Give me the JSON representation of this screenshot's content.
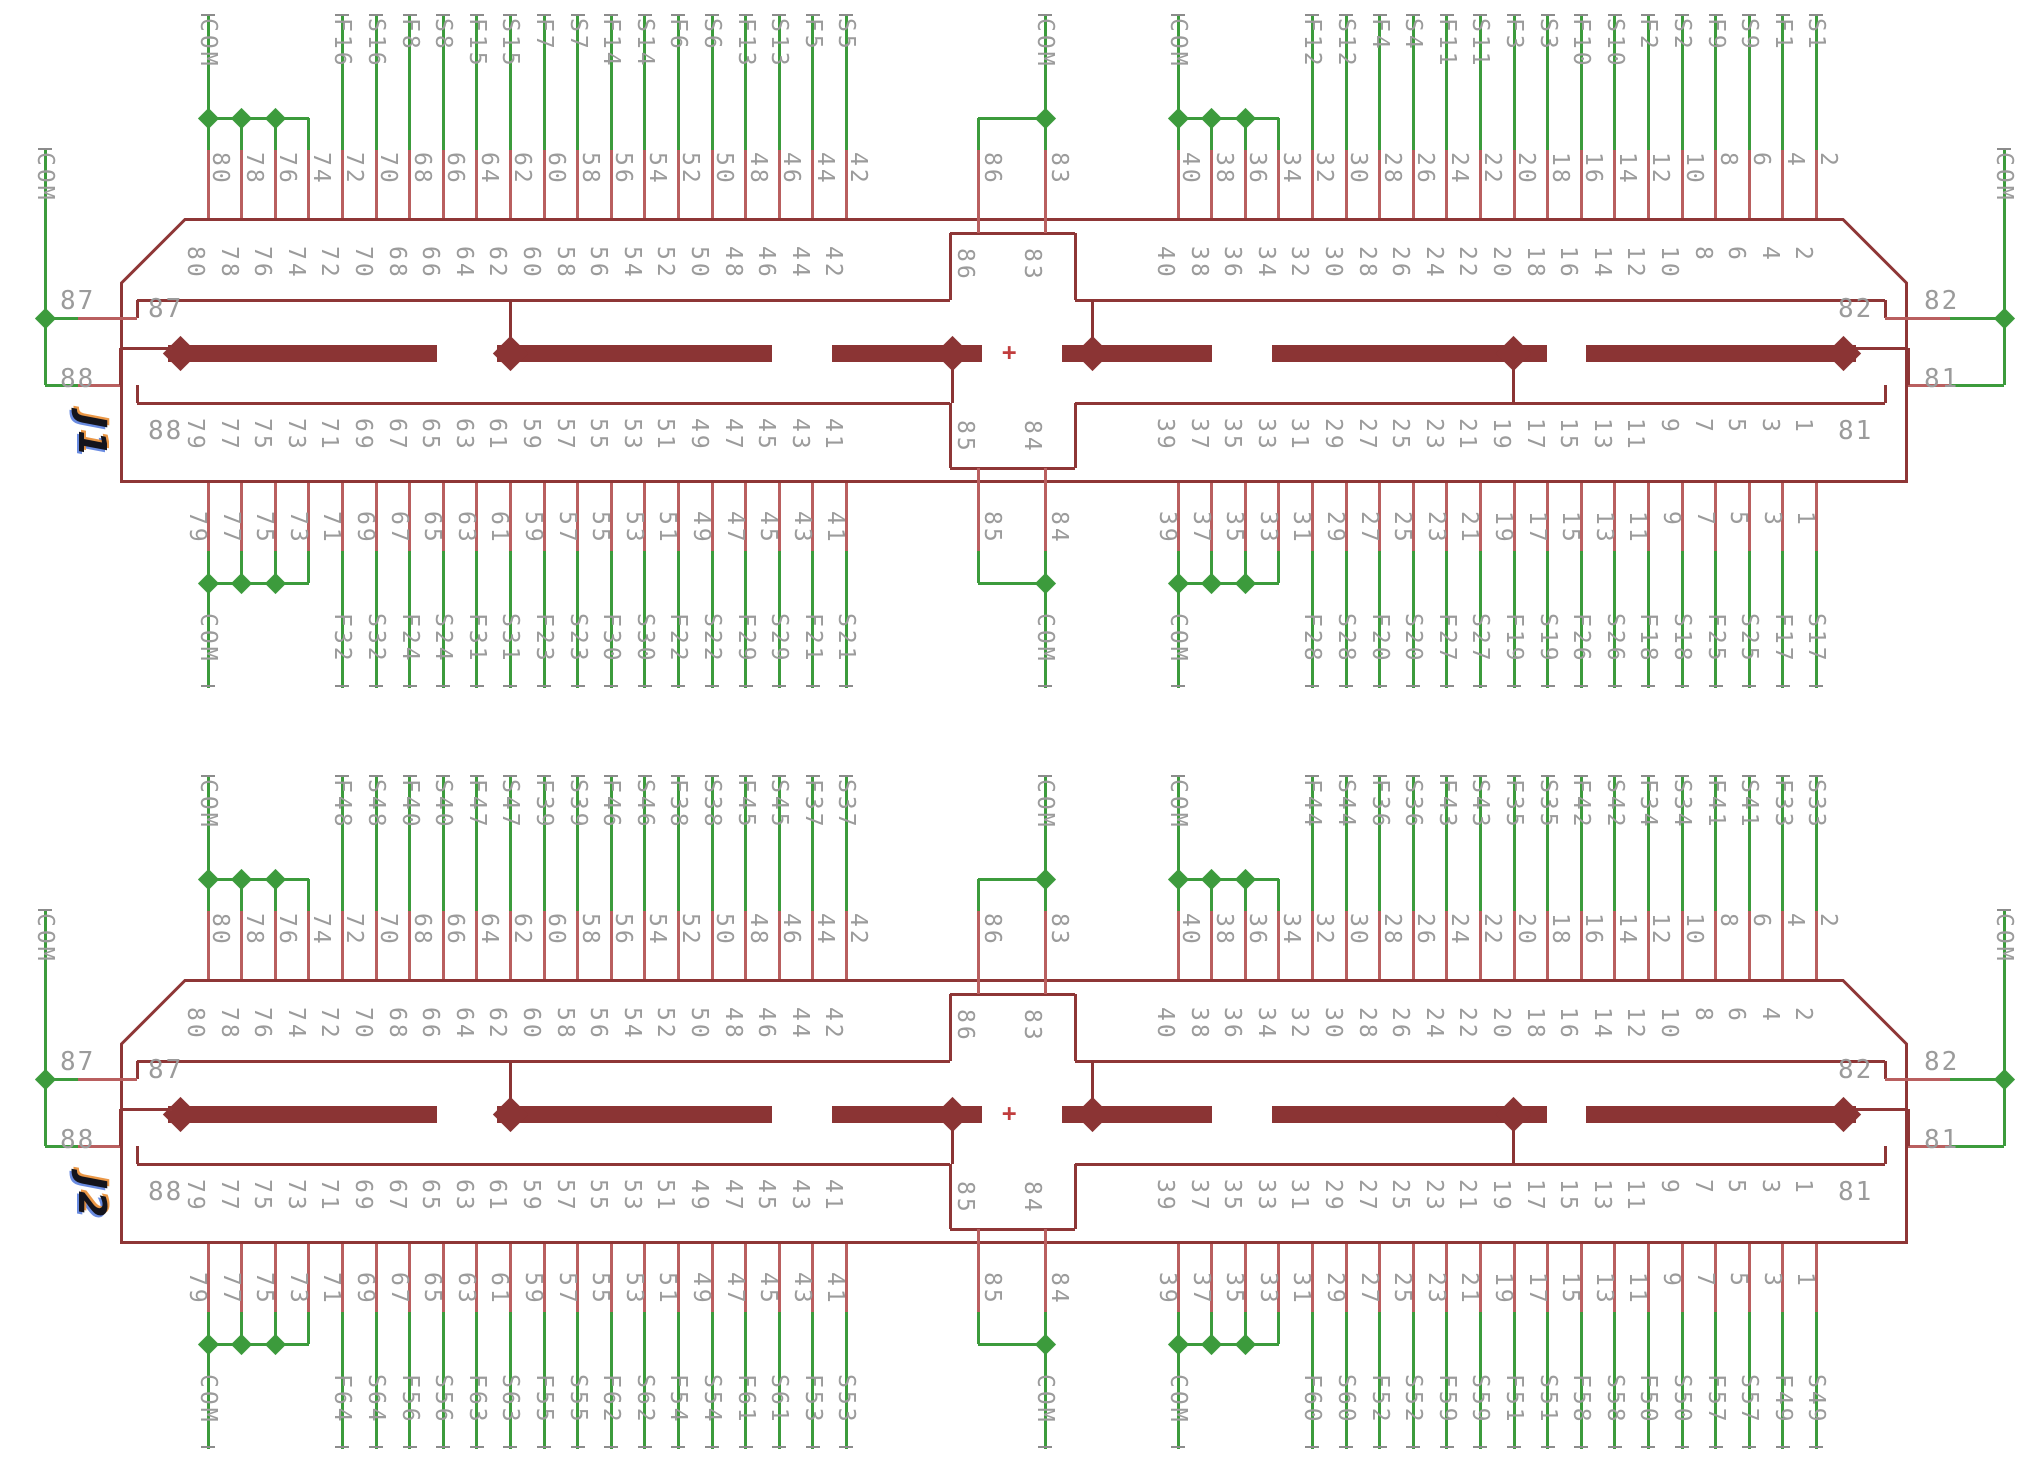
{
  "title": "connector schematic sheet",
  "com_label": "COM",
  "plus_label": "+",
  "colors": {
    "net_wire_green": "#3C9B3C",
    "pin_stub_red": "#B95F5F",
    "body_outline_maroon": "#8E3636",
    "bus_bar_maroon": "#8B3434",
    "label_gray": "#9B9B9B",
    "tick_gray": "#8C8C8C",
    "plus_red": "#C13D3D",
    "designator_ink": "#14141C"
  },
  "connectors": [
    {
      "designator": "J1",
      "side_pins": {
        "left_top": "87",
        "left_bottom": "88",
        "right_top": "82",
        "right_bottom": "81"
      },
      "center_pins": {
        "top_left": "86",
        "top_right": "83",
        "bottom_left": "85",
        "bottom_right": "84"
      },
      "com_groups": {
        "top_left_pins": [
          "80",
          "78",
          "76",
          "74"
        ],
        "top_center_pins": [
          "86",
          "83"
        ],
        "top_right_pins": [
          "40",
          "38",
          "36",
          "34"
        ],
        "bottom_left_pins": [
          "79",
          "77",
          "75",
          "73"
        ],
        "bottom_center_pins": [
          "85",
          "84"
        ],
        "bottom_right_pins": [
          "39",
          "37",
          "35",
          "33"
        ],
        "left_pins": [
          "87",
          "88"
        ],
        "right_pins": [
          "82",
          "81"
        ]
      },
      "signals": {
        "top_left": [
          [
            "72",
            "F16"
          ],
          [
            "70",
            "S16"
          ],
          [
            "68",
            "F8"
          ],
          [
            "66",
            "S8"
          ],
          [
            "64",
            "F15"
          ],
          [
            "62",
            "S15"
          ],
          [
            "60",
            "F7"
          ],
          [
            "58",
            "S7"
          ],
          [
            "56",
            "F14"
          ],
          [
            "54",
            "S14"
          ],
          [
            "52",
            "F6"
          ],
          [
            "50",
            "S6"
          ],
          [
            "48",
            "F13"
          ],
          [
            "46",
            "S13"
          ],
          [
            "44",
            "F5"
          ],
          [
            "42",
            "S5"
          ]
        ],
        "top_right": [
          [
            "32",
            "F12"
          ],
          [
            "30",
            "S12"
          ],
          [
            "28",
            "F4"
          ],
          [
            "26",
            "S4"
          ],
          [
            "24",
            "F11"
          ],
          [
            "22",
            "S11"
          ],
          [
            "20",
            "F3"
          ],
          [
            "18",
            "S3"
          ],
          [
            "16",
            "F10"
          ],
          [
            "14",
            "S10"
          ],
          [
            "12",
            "F2"
          ],
          [
            "10",
            "S2"
          ],
          [
            "8",
            "F9"
          ],
          [
            "6",
            "S9"
          ],
          [
            "4",
            "F1"
          ],
          [
            "2",
            "S1"
          ]
        ],
        "bottom_left": [
          [
            "71",
            "F32"
          ],
          [
            "69",
            "S32"
          ],
          [
            "67",
            "F24"
          ],
          [
            "65",
            "S24"
          ],
          [
            "63",
            "F31"
          ],
          [
            "61",
            "S31"
          ],
          [
            "59",
            "F23"
          ],
          [
            "57",
            "S23"
          ],
          [
            "55",
            "F30"
          ],
          [
            "53",
            "S30"
          ],
          [
            "51",
            "F22"
          ],
          [
            "49",
            "S22"
          ],
          [
            "47",
            "F29"
          ],
          [
            "45",
            "S29"
          ],
          [
            "43",
            "F21"
          ],
          [
            "41",
            "S21"
          ]
        ],
        "bottom_right": [
          [
            "31",
            "F28"
          ],
          [
            "29",
            "S28"
          ],
          [
            "27",
            "F20"
          ],
          [
            "25",
            "S20"
          ],
          [
            "23",
            "F27"
          ],
          [
            "21",
            "S27"
          ],
          [
            "19",
            "F19"
          ],
          [
            "17",
            "S19"
          ],
          [
            "15",
            "F26"
          ],
          [
            "13",
            "S26"
          ],
          [
            "11",
            "F18"
          ],
          [
            "9",
            "S18"
          ],
          [
            "7",
            "F25"
          ],
          [
            "5",
            "S25"
          ],
          [
            "3",
            "F17"
          ],
          [
            "1",
            "S17"
          ]
        ]
      }
    },
    {
      "designator": "J2",
      "side_pins": {
        "left_top": "87",
        "left_bottom": "88",
        "right_top": "82",
        "right_bottom": "81"
      },
      "center_pins": {
        "top_left": "86",
        "top_right": "83",
        "bottom_left": "85",
        "bottom_right": "84"
      },
      "com_groups": {
        "top_left_pins": [
          "80",
          "78",
          "76",
          "74"
        ],
        "top_center_pins": [
          "86",
          "83"
        ],
        "top_right_pins": [
          "40",
          "38",
          "36",
          "34"
        ],
        "bottom_left_pins": [
          "79",
          "77",
          "75",
          "73"
        ],
        "bottom_center_pins": [
          "85",
          "84"
        ],
        "bottom_right_pins": [
          "39",
          "37",
          "35",
          "33"
        ],
        "left_pins": [
          "87",
          "88"
        ],
        "right_pins": [
          "82",
          "81"
        ]
      },
      "signals": {
        "top_left": [
          [
            "72",
            "F48"
          ],
          [
            "70",
            "S48"
          ],
          [
            "68",
            "F40"
          ],
          [
            "66",
            "S40"
          ],
          [
            "64",
            "F47"
          ],
          [
            "62",
            "S47"
          ],
          [
            "60",
            "F39"
          ],
          [
            "58",
            "S39"
          ],
          [
            "56",
            "F46"
          ],
          [
            "54",
            "S46"
          ],
          [
            "52",
            "F38"
          ],
          [
            "50",
            "S38"
          ],
          [
            "48",
            "F45"
          ],
          [
            "46",
            "S45"
          ],
          [
            "44",
            "F37"
          ],
          [
            "42",
            "S37"
          ]
        ],
        "top_right": [
          [
            "32",
            "F44"
          ],
          [
            "30",
            "S44"
          ],
          [
            "28",
            "F36"
          ],
          [
            "26",
            "S36"
          ],
          [
            "24",
            "F43"
          ],
          [
            "22",
            "S43"
          ],
          [
            "20",
            "F35"
          ],
          [
            "18",
            "S35"
          ],
          [
            "16",
            "F42"
          ],
          [
            "14",
            "S42"
          ],
          [
            "12",
            "F34"
          ],
          [
            "10",
            "S34"
          ],
          [
            "8",
            "F41"
          ],
          [
            "6",
            "S41"
          ],
          [
            "4",
            "F33"
          ],
          [
            "2",
            "S33"
          ]
        ],
        "bottom_left": [
          [
            "71",
            "F64"
          ],
          [
            "69",
            "S64"
          ],
          [
            "67",
            "F56"
          ],
          [
            "65",
            "S56"
          ],
          [
            "63",
            "F63"
          ],
          [
            "61",
            "S63"
          ],
          [
            "59",
            "F55"
          ],
          [
            "57",
            "S55"
          ],
          [
            "55",
            "F62"
          ],
          [
            "53",
            "S62"
          ],
          [
            "51",
            "F54"
          ],
          [
            "49",
            "S54"
          ],
          [
            "47",
            "F61"
          ],
          [
            "45",
            "S61"
          ],
          [
            "43",
            "F53"
          ],
          [
            "41",
            "S53"
          ]
        ],
        "bottom_right": [
          [
            "31",
            "F60"
          ],
          [
            "29",
            "S60"
          ],
          [
            "27",
            "F52"
          ],
          [
            "25",
            "S52"
          ],
          [
            "23",
            "F59"
          ],
          [
            "21",
            "S59"
          ],
          [
            "19",
            "F51"
          ],
          [
            "17",
            "S51"
          ],
          [
            "15",
            "F58"
          ],
          [
            "13",
            "S58"
          ],
          [
            "11",
            "F50"
          ],
          [
            "9",
            "S50"
          ],
          [
            "7",
            "F57"
          ],
          [
            "5",
            "S57"
          ],
          [
            "3",
            "F49"
          ],
          [
            "1",
            "S49"
          ]
        ]
      }
    }
  ]
}
